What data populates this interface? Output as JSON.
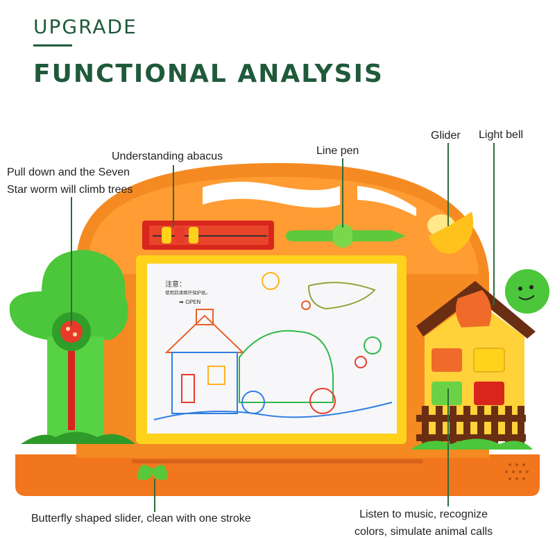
{
  "header": {
    "upgrade": "UPGRADE",
    "title": "FUNCTIONAL ANALYSIS"
  },
  "callouts": {
    "tree": [
      "Pull down and the Seven",
      "Star worm will climb trees"
    ],
    "abacus": "Understanding abacus",
    "pen": "Line pen",
    "glider": "Glider",
    "bell": "Light bell",
    "slider": "Butterfly shaped slider, clean with one stroke",
    "buttons": [
      "Listen to music, recognize",
      "colors, simulate animal calls"
    ]
  },
  "board": {
    "note_title": "注意：",
    "note_text": "使用前请揭开保护纸。",
    "open_label": "➡ OPEN"
  },
  "colors": {
    "heading": "#1f5a3a",
    "frame_orange": "#f47a1f",
    "frame_yellow": "#ffd21c",
    "tree_green": "#4cc63a",
    "house_yellow": "#ffd23a",
    "house_roof": "#6a2e12"
  }
}
